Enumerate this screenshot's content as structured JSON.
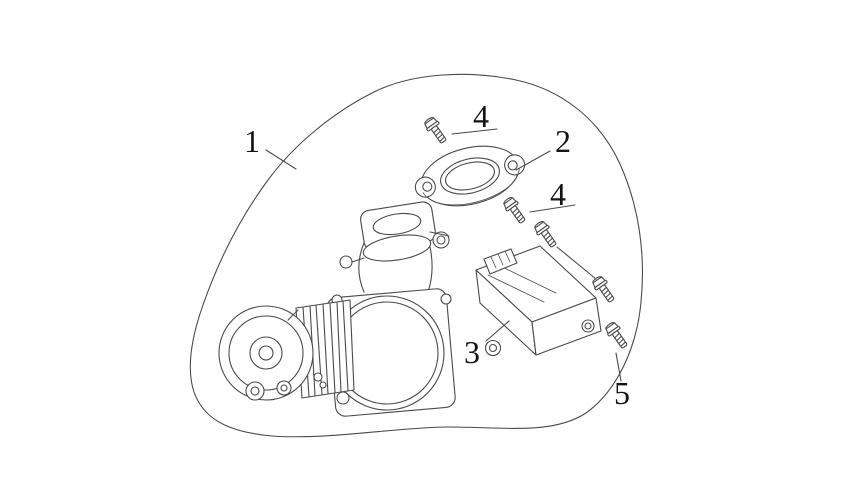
{
  "figure": {
    "background_color": "#ffffff",
    "line_color": "#4a4a4a",
    "label_color": "#141414",
    "callouts": [
      {
        "label": "1"
      },
      {
        "label": "4"
      },
      {
        "label": "2"
      },
      {
        "label": "4"
      },
      {
        "label": "3"
      },
      {
        "label": "5"
      }
    ]
  }
}
